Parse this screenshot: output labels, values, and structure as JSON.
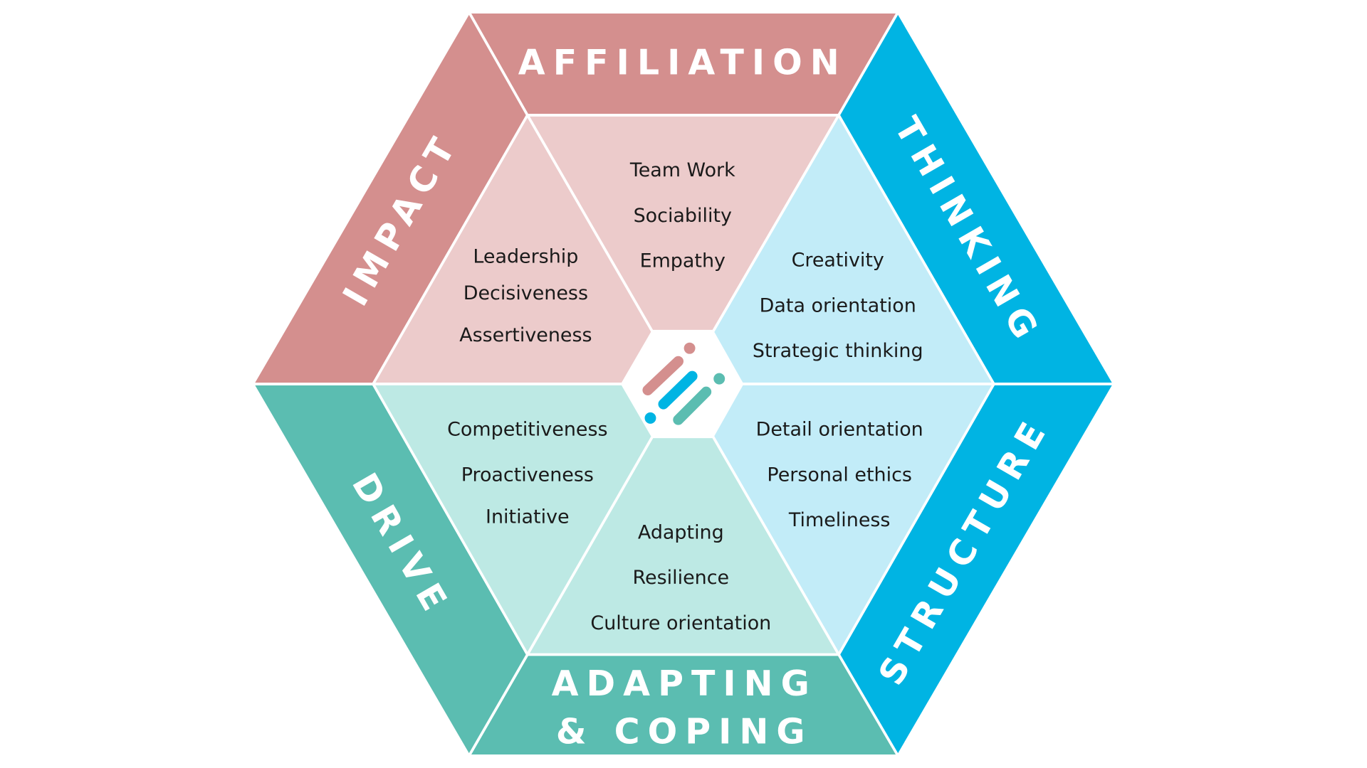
{
  "colors": {
    "pink_dark": "#d48f8e",
    "pink_light": "#eccbcb",
    "blue_dark": "#00b4e3",
    "blue_light": "#c2ecf8",
    "teal_dark": "#5bbdb1",
    "teal_light": "#bde9e4"
  },
  "bands": {
    "affiliation": "AFFILIATION",
    "thinking": "THINKING",
    "structure": "STRUCTURE",
    "adapting_line1": "ADAPTING",
    "adapting_line2": "& COPING",
    "drive": "DRIVE",
    "impact": "IMPACT"
  },
  "segments": {
    "affiliation": [
      "Team Work",
      "Sociability",
      "Empathy"
    ],
    "impact": [
      "Leadership",
      "Decisiveness",
      "Assertiveness"
    ],
    "thinking": [
      "Creativity",
      "Data orientation",
      "Strategic thinking"
    ],
    "drive": [
      "Competitiveness",
      "Proactiveness",
      "Initiative"
    ],
    "structure": [
      "Detail orientation",
      "Personal ethics",
      "Timeliness"
    ],
    "adapting": [
      "Adapting",
      "Resilience",
      "Culture orientation"
    ]
  },
  "center_logo": "logo-icon"
}
